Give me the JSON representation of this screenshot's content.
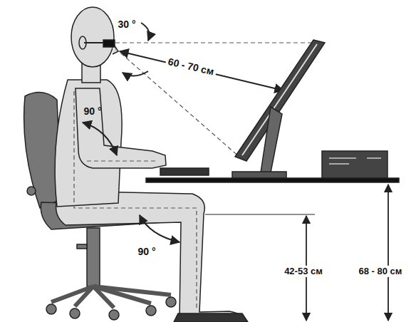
{
  "diagram": {
    "labels": [
      "30 °",
      "60 - 70 см",
      "90 °",
      "90 °",
      "42-53 см",
      "68 - 80 см"
    ]
  }
}
